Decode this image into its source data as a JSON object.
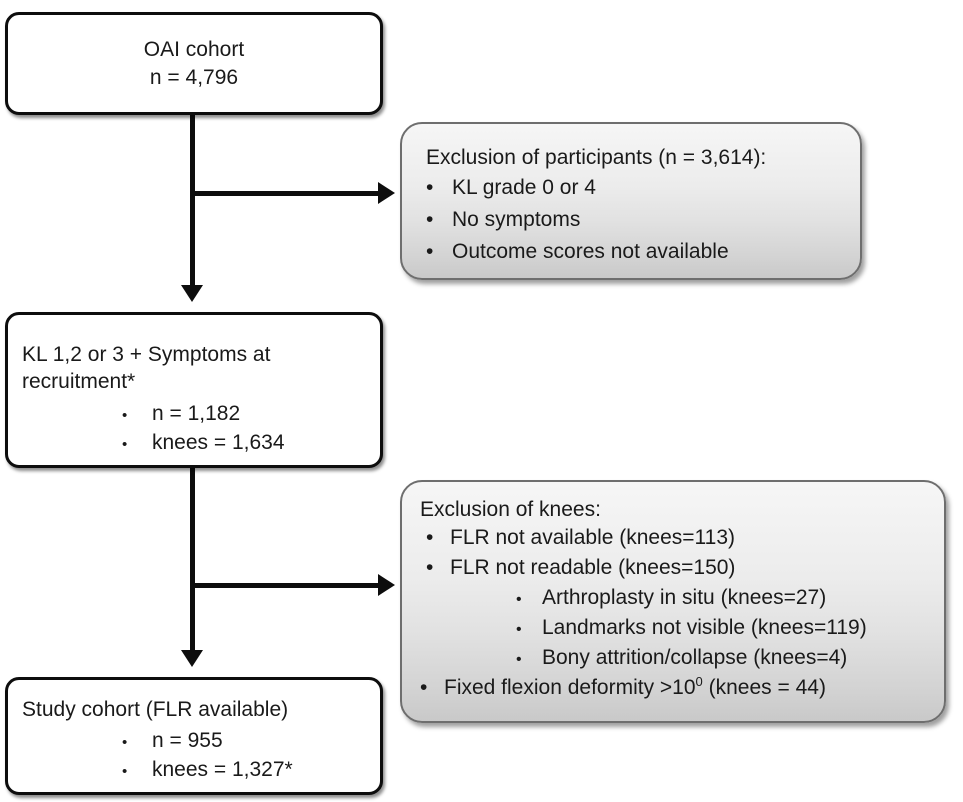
{
  "diagram": {
    "title": "OAI cohort study flow diagram",
    "type": "flowchart",
    "colors": {
      "box_border": "#0d0d0d",
      "box_fill": "#ffffff",
      "exclusion_fill_top": "#f6f6f6",
      "exclusion_fill_bottom": "#c9c9c9",
      "exclusion_border": "#6e6e6e",
      "connector": "#0d0d0d"
    }
  },
  "nodes": {
    "oai_cohort": {
      "line1": "OAI cohort",
      "line2": "n = 4,796"
    },
    "exclusion_participants": {
      "heading": "Exclusion of participants (n = 3,614):",
      "bullet_glyph": "•",
      "items": [
        "KL grade 0 or 4",
        "No symptoms",
        "Outcome scores not available"
      ]
    },
    "kl_symptoms": {
      "line1": "KL 1,2 or 3 + Symptoms at",
      "line2": "recruitment*",
      "bullet_glyph": "•",
      "items": [
        "n = 1,182",
        "knees = 1,634"
      ]
    },
    "exclusion_knees": {
      "heading": "Exclusion of knees:",
      "bullet_glyph": "•",
      "items": [
        {
          "level": 1,
          "text": "FLR not available (knees=113)"
        },
        {
          "level": 1,
          "text": "FLR not readable (knees=150)"
        },
        {
          "level": 2,
          "text": "Arthroplasty in situ (knees=27)"
        },
        {
          "level": 2,
          "text": "Landmarks not visible (knees=119)"
        },
        {
          "level": 2,
          "text": "Bony attrition/collapse (knees=4)"
        }
      ],
      "last_item_prefix": "Fixed flexion deformity >10",
      "last_item_superscript": "0",
      "last_item_suffix": " (knees = 44)"
    },
    "study_cohort": {
      "line1": "Study cohort (FLR available)",
      "bullet_glyph": "•",
      "items": [
        "n = 955",
        "knees = 1,327*"
      ]
    }
  }
}
